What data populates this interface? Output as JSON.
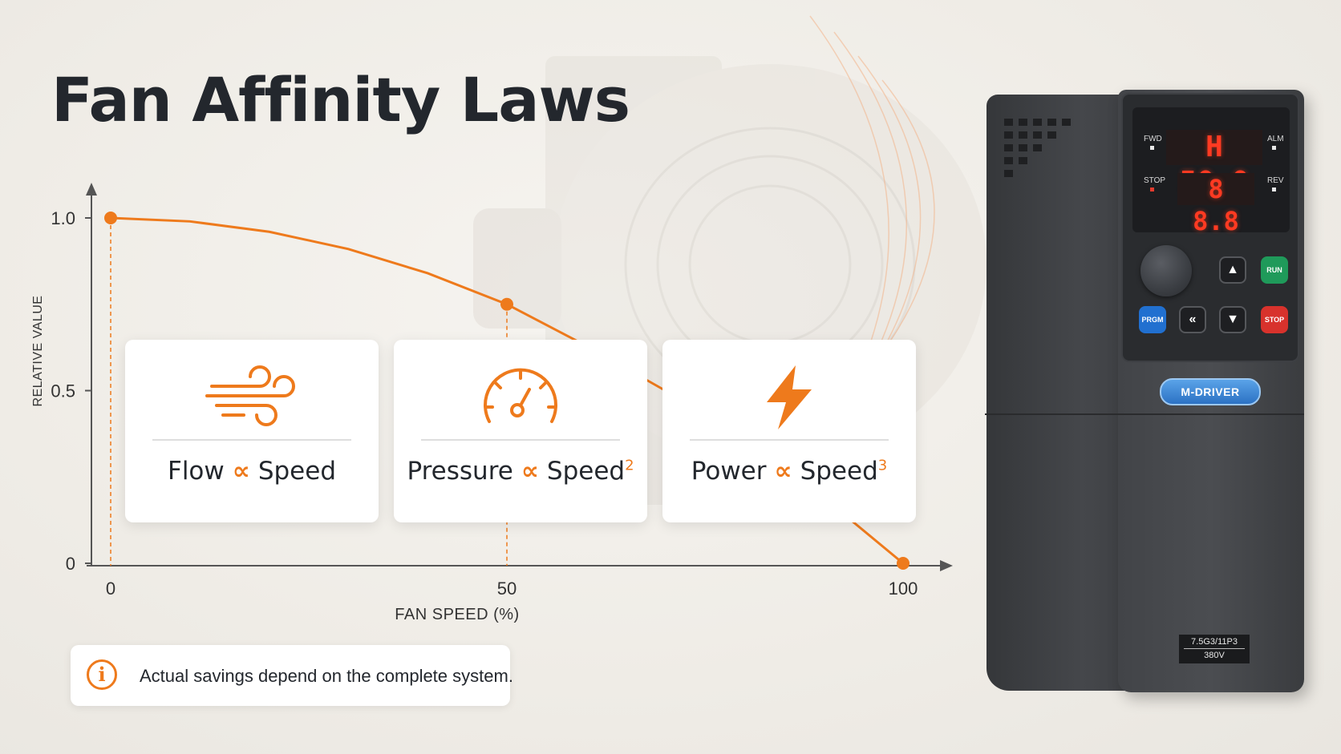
{
  "header": {
    "title": "Fan Affinity Laws"
  },
  "chart_data": {
    "type": "line",
    "title": "",
    "xlabel": "FAN SPEED (%)",
    "ylabel": "RELATIVE VALUE",
    "xlim": [
      0,
      100
    ],
    "ylim": [
      0,
      1.0
    ],
    "x_ticks": [
      "0",
      "50",
      "100"
    ],
    "y_ticks": [
      "0",
      "0.5",
      "1.0"
    ],
    "series": [
      {
        "values": [
          [
            0,
            1.0
          ],
          [
            10,
            0.99
          ],
          [
            20,
            0.96
          ],
          [
            30,
            0.91
          ],
          [
            40,
            0.84
          ],
          [
            50,
            0.75
          ],
          [
            60,
            0.63
          ],
          [
            70,
            0.5
          ],
          [
            80,
            0.36
          ],
          [
            90,
            0.19
          ],
          [
            100,
            0.0
          ]
        ]
      }
    ],
    "markers": [
      [
        0,
        1.0
      ],
      [
        50,
        0.75
      ],
      [
        100,
        0.0
      ]
    ],
    "grid": false,
    "colors": {
      "line": "#ee7a1c",
      "axis": "#555555"
    }
  },
  "cards": [
    {
      "icon": "wind-icon",
      "left": "Flow",
      "symbol": "∝",
      "right": "Speed",
      "exponent": ""
    },
    {
      "icon": "gauge-icon",
      "left": "Pressure",
      "symbol": "∝",
      "right": "Speed",
      "exponent": "2"
    },
    {
      "icon": "lightning-icon",
      "left": "Power",
      "symbol": "∝",
      "right": "Speed",
      "exponent": "3"
    }
  ],
  "note": {
    "icon": "info-icon",
    "symbol": "i",
    "text": "Actual savings depend on the complete system."
  },
  "device": {
    "display": {
      "line1": "H 50.0",
      "line2": "8 8.8"
    },
    "indicators": {
      "fwd": "FWD",
      "alm": "ALM",
      "stop": "STOP",
      "rev": "REV"
    },
    "buttons": {
      "run": "RUN",
      "prgm": "PRGM",
      "stop": "STOP",
      "left": "«"
    },
    "brand": "M-DRIVER",
    "rating_line1": "7.5G3/11P3",
    "rating_line2": "380V"
  },
  "colors": {
    "accent": "#ee7a1c",
    "text": "#23272d",
    "run": "#1f9a5a",
    "stop": "#d8322c",
    "prgm": "#2170d0"
  }
}
